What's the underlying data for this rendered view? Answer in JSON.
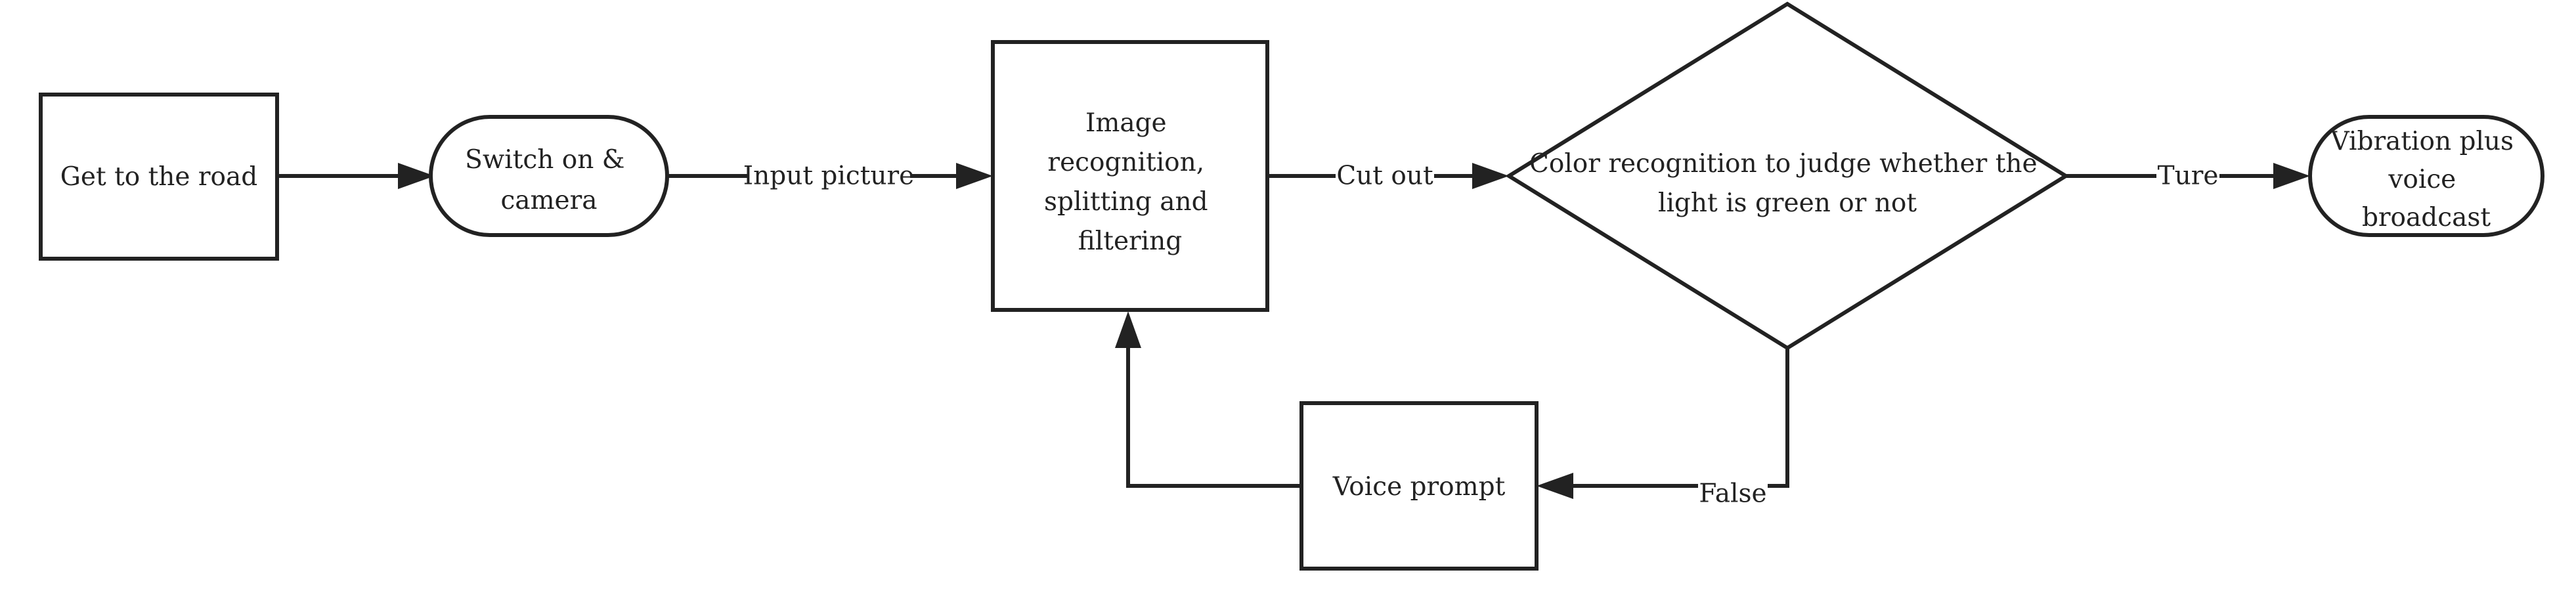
{
  "nodes": {
    "get_to_road": {
      "shape": "rectangle",
      "lines": [
        "Get to the road"
      ]
    },
    "switch_camera": {
      "shape": "rounded",
      "lines": [
        "Switch on &",
        "camera"
      ]
    },
    "image_recognition": {
      "shape": "rectangle",
      "lines": [
        "Image",
        "recognition,",
        "splitting and",
        "filtering"
      ]
    },
    "color_recognition": {
      "shape": "diamond",
      "lines": [
        "Color recognition to judge whether the",
        "light is green or not"
      ]
    },
    "vibration_voice": {
      "shape": "rounded",
      "lines": [
        "Vibration plus",
        "voice",
        "broadcast"
      ]
    },
    "voice_prompt": {
      "shape": "rectangle",
      "lines": [
        "Voice prompt"
      ]
    }
  },
  "edges": {
    "road_to_camera": {
      "from": "get_to_road",
      "to": "switch_camera",
      "label": ""
    },
    "camera_to_image": {
      "from": "switch_camera",
      "to": "image_recognition",
      "label": "Input picture"
    },
    "image_to_color": {
      "from": "image_recognition",
      "to": "color_recognition",
      "label": "Cut out"
    },
    "color_to_vibration": {
      "from": "color_recognition",
      "to": "vibration_voice",
      "label": "Ture"
    },
    "color_to_prompt": {
      "from": "color_recognition",
      "to": "voice_prompt",
      "label": "False"
    },
    "prompt_to_image": {
      "from": "voice_prompt",
      "to": "image_recognition",
      "label": ""
    }
  }
}
